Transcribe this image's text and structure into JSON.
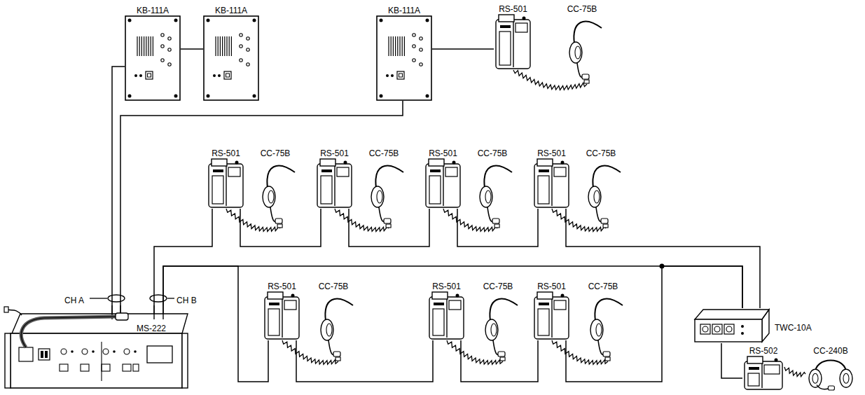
{
  "diagram": {
    "nodes": [
      {
        "text": [
          "KB-111A"
        ]
      },
      {
        "text": [
          "KB-111A"
        ]
      },
      {
        "text": [
          "KB-111A"
        ]
      },
      {
        "text": [
          "RS-501"
        ]
      },
      {
        "text": [
          "CC-75B"
        ]
      },
      {
        "text": [
          "RS-501"
        ]
      },
      {
        "text": [
          "CC-75B"
        ]
      },
      {
        "text": [
          "RS-501"
        ]
      },
      {
        "text": [
          "CC-75B"
        ]
      },
      {
        "text": [
          "RS-501"
        ]
      },
      {
        "text": [
          "CC-75B"
        ]
      },
      {
        "text": [
          "RS-501"
        ]
      },
      {
        "text": [
          "CC-75B"
        ]
      },
      {
        "text": [
          "MS-222"
        ]
      },
      {
        "text": [
          "RS-501"
        ]
      },
      {
        "text": [
          "CC-75B"
        ]
      },
      {
        "text": [
          "RS-501"
        ]
      },
      {
        "text": [
          "CC-75B"
        ]
      },
      {
        "text": [
          "RS-501"
        ]
      },
      {
        "text": [
          "CC-75B"
        ]
      },
      {
        "text": [
          "TWC-10A"
        ]
      },
      {
        "text": [
          "RS-502"
        ]
      },
      {
        "text": [
          "CC-240B"
        ]
      }
    ],
    "edges": [
      {
        "from": 13,
        "to": 0,
        "arrow": "none"
      },
      {
        "from": 0,
        "to": 1,
        "arrow": "none"
      },
      {
        "from": 13,
        "to": 2,
        "arrow": "none"
      },
      {
        "from": 2,
        "to": 3,
        "arrow": "none"
      },
      {
        "from": 3,
        "to": 4,
        "arrow": "none"
      },
      {
        "from": 13,
        "to": 5,
        "arrow": "none"
      },
      {
        "from": 5,
        "to": 6,
        "arrow": "none"
      },
      {
        "from": 5,
        "to": 7,
        "arrow": "none"
      },
      {
        "from": 7,
        "to": 8,
        "arrow": "none"
      },
      {
        "from": 7,
        "to": 9,
        "arrow": "none"
      },
      {
        "from": 9,
        "to": 10,
        "arrow": "none"
      },
      {
        "from": 9,
        "to": 11,
        "arrow": "none"
      },
      {
        "from": 11,
        "to": 12,
        "arrow": "none"
      },
      {
        "from": 11,
        "to": 20,
        "arrow": "none"
      },
      {
        "from": 13,
        "to": 20,
        "arrow": "none"
      },
      {
        "from": 13,
        "to": 14,
        "arrow": "none"
      },
      {
        "from": 14,
        "to": 15,
        "arrow": "none"
      },
      {
        "from": 14,
        "to": 16,
        "arrow": "none"
      },
      {
        "from": 16,
        "to": 17,
        "arrow": "none"
      },
      {
        "from": 16,
        "to": 18,
        "arrow": "none"
      },
      {
        "from": 18,
        "to": 19,
        "arrow": "none"
      },
      {
        "from": 18,
        "to": 20,
        "arrow": "none"
      },
      {
        "from": 20,
        "to": 21,
        "arrow": "none"
      },
      {
        "from": 21,
        "to": 22,
        "arrow": "none"
      }
    ],
    "labels": [
      "CH A",
      "CH B"
    ]
  }
}
